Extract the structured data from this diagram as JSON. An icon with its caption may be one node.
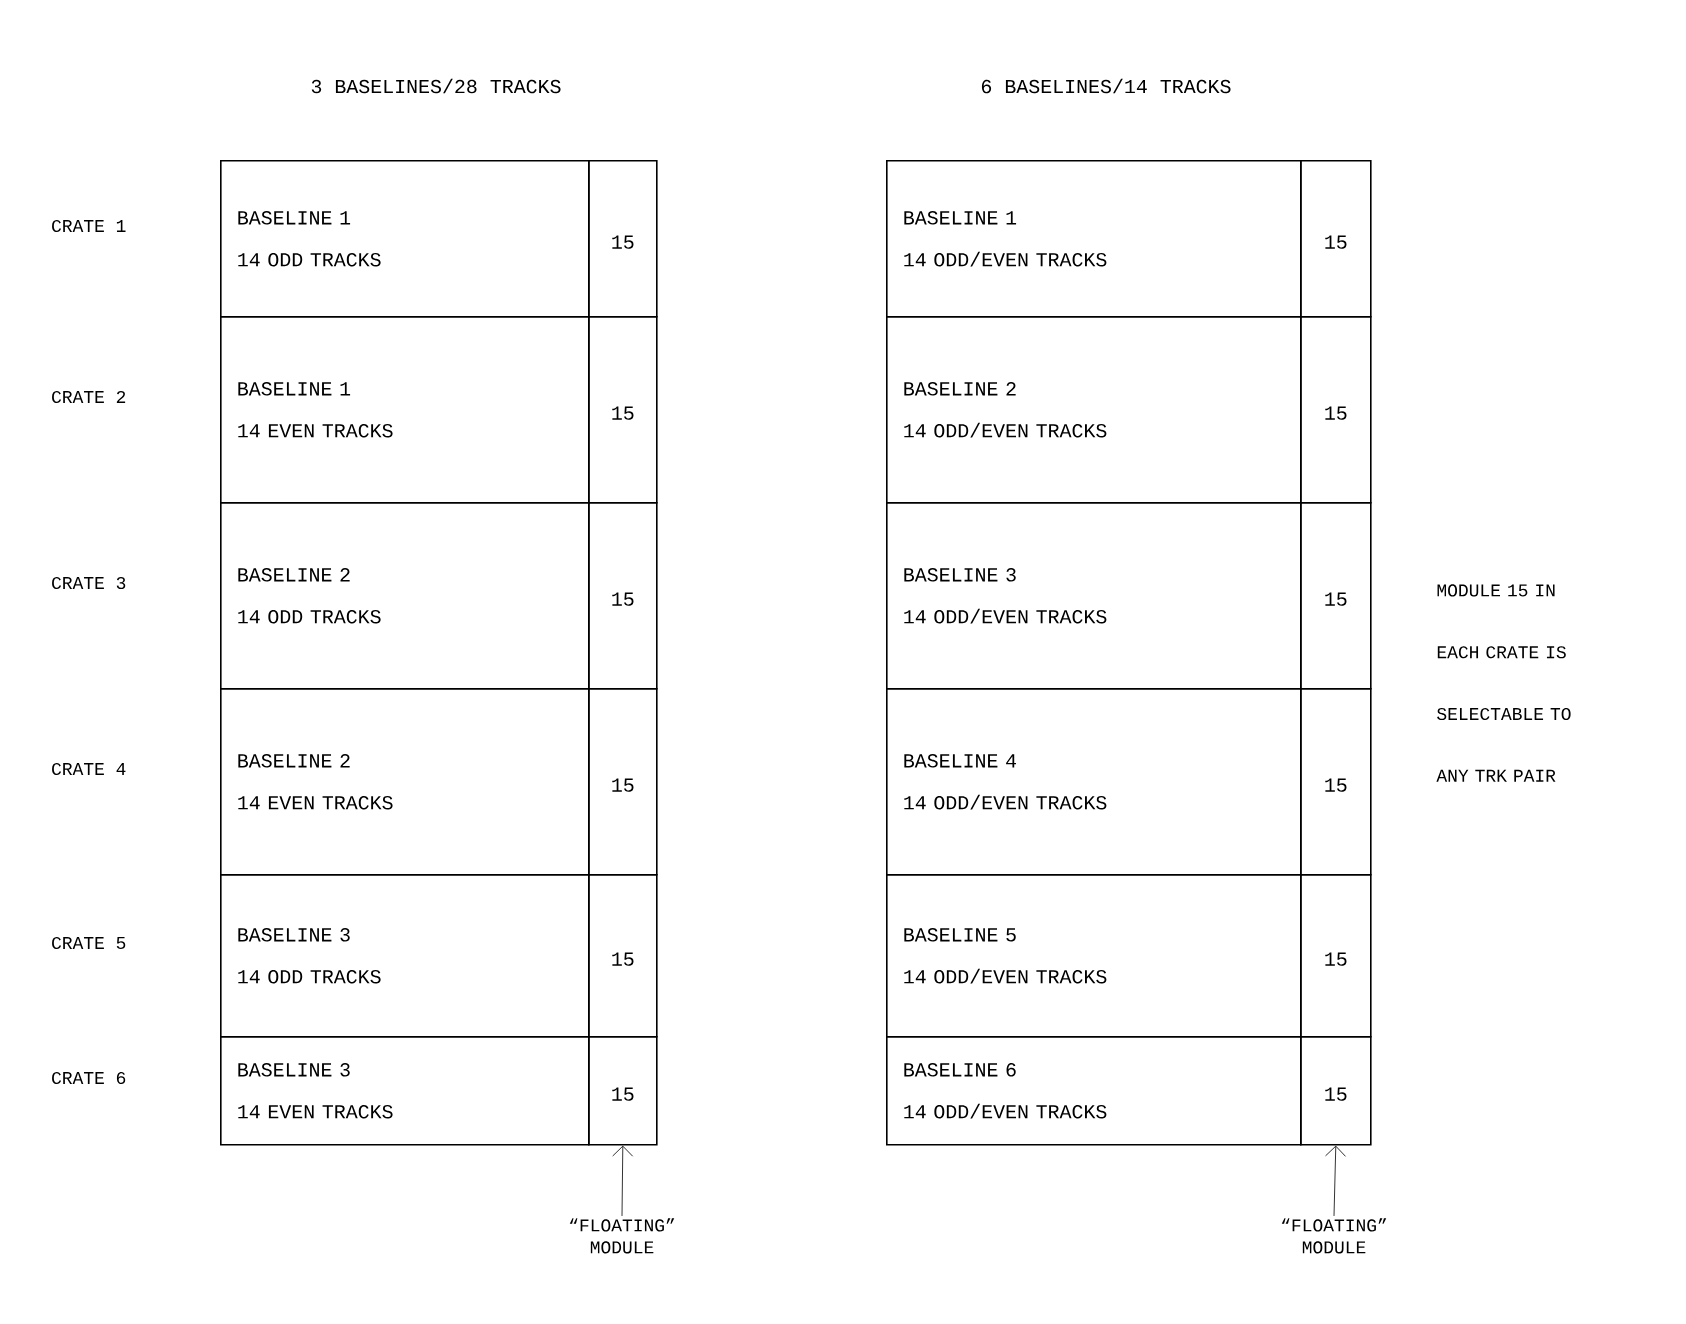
{
  "diagram": {
    "nodes": [
      {
        "text": [
          "BASELINE 1",
          "14 ODD TRACKS"
        ]
      },
      {
        "text": [
          "15"
        ]
      },
      {
        "text": [
          "BASELINE 1",
          "14 EVEN TRACKS"
        ]
      },
      {
        "text": [
          "15"
        ]
      },
      {
        "text": [
          "BASELINE 2",
          "14 ODD TRACKS"
        ]
      },
      {
        "text": [
          "15"
        ]
      },
      {
        "text": [
          "BASELINE 2",
          "14 EVEN TRACKS"
        ]
      },
      {
        "text": [
          "15"
        ]
      },
      {
        "text": [
          "BASELINE 3",
          "14 ODD TRACKS"
        ]
      },
      {
        "text": [
          "15"
        ]
      },
      {
        "text": [
          "BASELINE 3",
          "14 EVEN TRACKS"
        ]
      },
      {
        "text": [
          "15"
        ]
      },
      {
        "text": [
          "BASELINE 1",
          "14 ODD/EVEN TRACKS"
        ]
      },
      {
        "text": [
          "15"
        ]
      },
      {
        "text": [
          "BASELINE 2",
          "14 ODD/EVEN TRACKS"
        ]
      },
      {
        "text": [
          "15"
        ]
      },
      {
        "text": [
          "BASELINE 3",
          "14 ODD/EVEN TRACKS"
        ]
      },
      {
        "text": [
          "15"
        ]
      },
      {
        "text": [
          "BASELINE 4",
          "14 ODD/EVEN TRACKS"
        ]
      },
      {
        "text": [
          "15"
        ]
      },
      {
        "text": [
          "BASELINE 5",
          "14 ODD/EVEN TRACKS"
        ]
      },
      {
        "text": [
          "15"
        ]
      },
      {
        "text": [
          "BASELINE 6",
          "14 ODD/EVEN TRACKS"
        ]
      },
      {
        "text": [
          "15"
        ]
      },
      {
        "text": [
          "“FLOATING” MODULE"
        ]
      },
      {
        "text": [
          "“FLOATING” MODULE"
        ]
      }
    ],
    "edges": [
      {
        "from": 24,
        "to": 11,
        "arrow": "to"
      },
      {
        "from": 25,
        "to": 23,
        "arrow": "to"
      }
    ],
    "labels": [
      "3 BASELINES/28 TRACKS",
      "6 BASELINES/14 TRACKS",
      "CRATE 1",
      "CRATE 2",
      "CRATE 3",
      "CRATE 4",
      "CRATE 5",
      "CRATE 6",
      "MODULE 15 IN EACH CRATE IS SELECTABLE TO ANY TRK PAIR"
    ]
  }
}
